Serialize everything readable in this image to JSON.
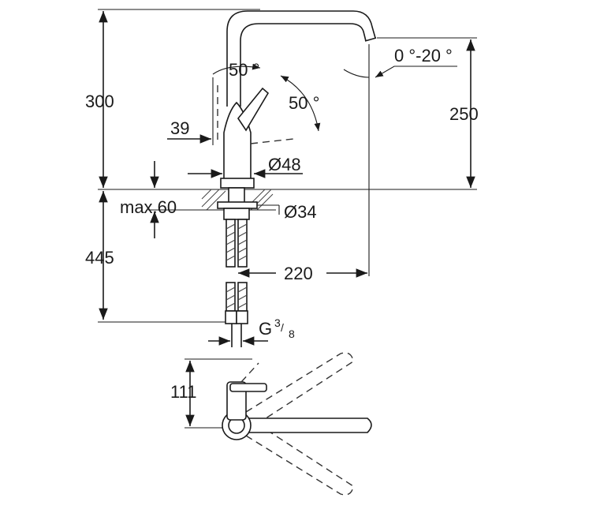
{
  "labels": {
    "height_total": "300",
    "height_spout": "250",
    "angle_lever_front": "50 °",
    "angle_lever_side": "50 °",
    "angle_spout": "0 °-20 °",
    "lever_offset": "39",
    "base_diameter": "Ø48",
    "max_counter": "max.60",
    "hole_diameter": "Ø34",
    "hose_length": "445",
    "reach": "220",
    "thread_prefix": "G",
    "thread_num": "3",
    "thread_den": "8",
    "top_view_depth": "111"
  },
  "colors": {
    "line": "#1a1a1a",
    "dashed": "#333333",
    "background": "#ffffff"
  }
}
